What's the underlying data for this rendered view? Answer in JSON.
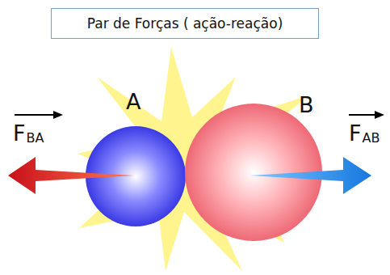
{
  "diagram": {
    "title": "Par de Forças ( ação-reação)",
    "labels": [
      "A",
      "B",
      "F",
      "BA",
      "F",
      "AB"
    ]
  }
}
